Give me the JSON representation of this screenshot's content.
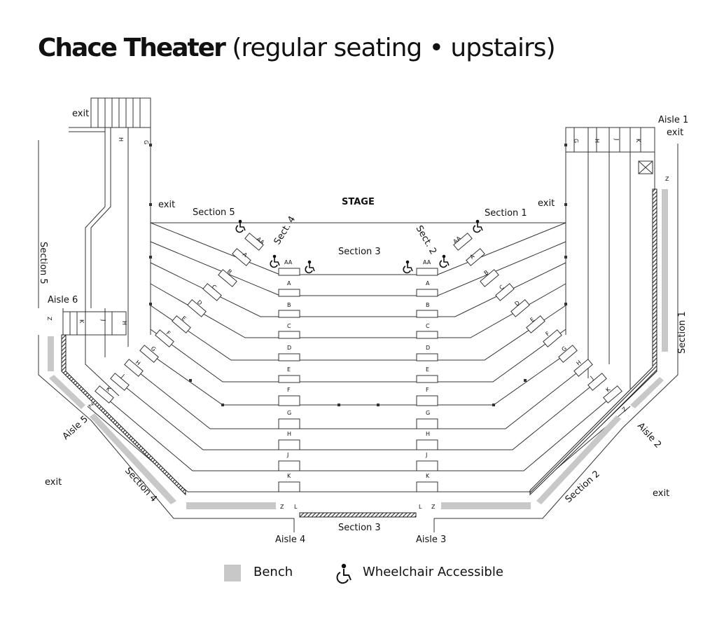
{
  "title": {
    "main": "Chace Theater",
    "sub": "(regular seating • upstairs)"
  },
  "stage": "STAGE",
  "labels": {
    "exit": "exit",
    "aisle1": "Aisle 1",
    "aisle2": "Aisle 2",
    "aisle3": "Aisle 3",
    "aisle4": "Aisle 4",
    "aisle5": "Aisle 5",
    "aisle6": "Aisle 6",
    "section1": "Section 1",
    "section2": "Section 2",
    "section3": "Section 3",
    "section4": "Section 4",
    "section5": "Section 5",
    "sect2": "Sect. 2",
    "sect4": "Sect. 4"
  },
  "rows_center": [
    "AA",
    "A",
    "B",
    "C",
    "D",
    "E",
    "F",
    "G",
    "H",
    "J",
    "K"
  ],
  "rows_side": [
    "AA",
    "A",
    "B",
    "C",
    "D",
    "E",
    "F",
    "G",
    "H",
    "J",
    "K"
  ],
  "rows_outer": [
    "G",
    "H",
    "J",
    "K",
    "Z"
  ],
  "bench_rows": [
    "Z",
    "L"
  ],
  "legend": {
    "bench": "Bench",
    "wheelchair": "Wheelchair Accessible"
  },
  "colors": {
    "bench": "#c8c8c8",
    "line": "#333333"
  }
}
